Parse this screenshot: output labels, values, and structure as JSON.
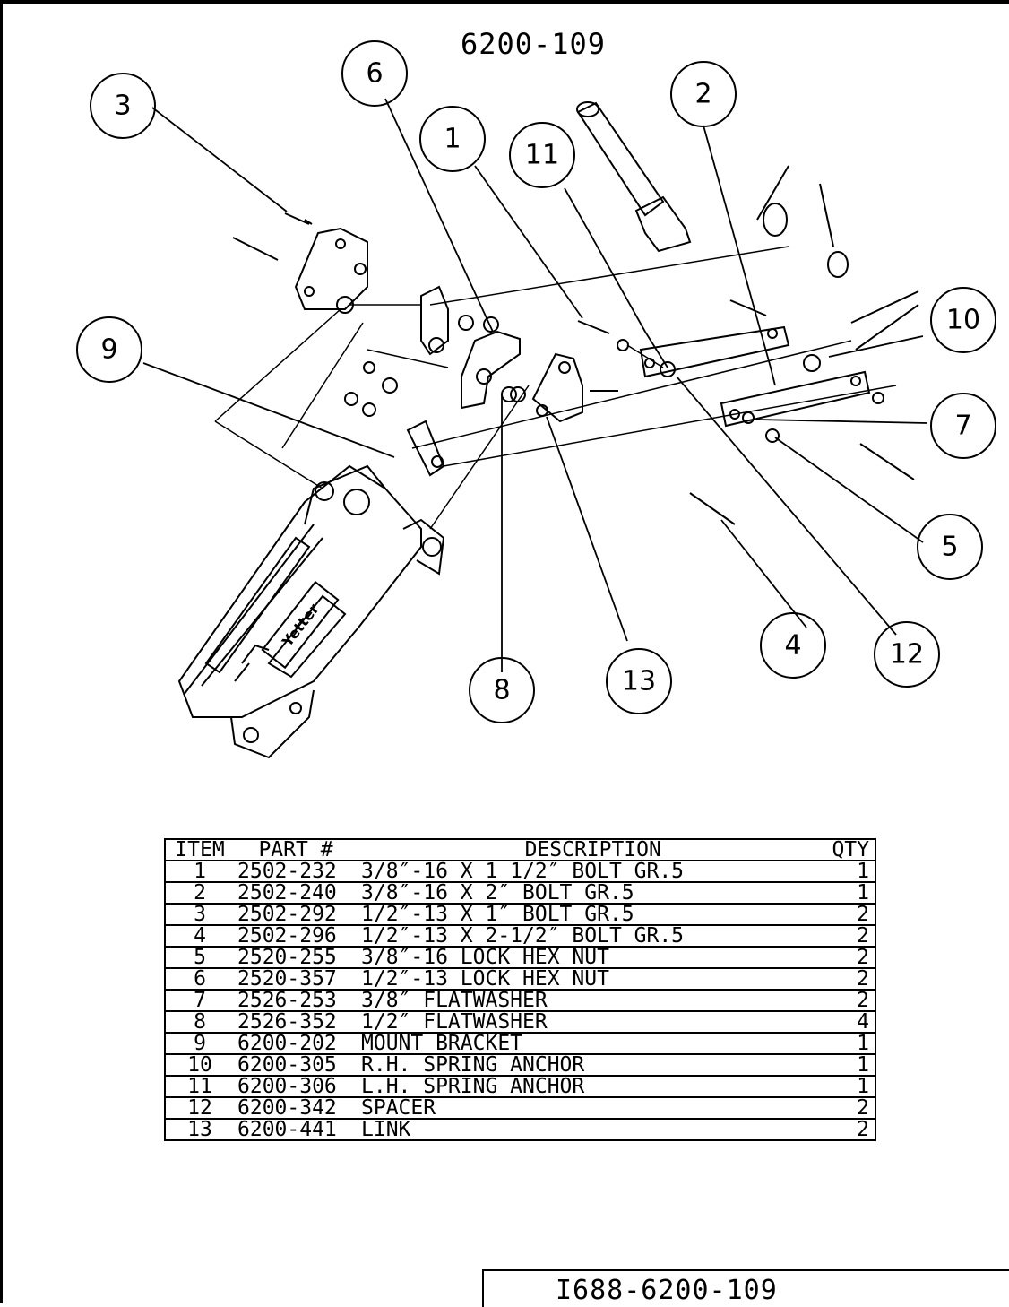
{
  "drawing": {
    "title": "6200-109",
    "drawing_number": "I688-6200-109",
    "brand_decal": "Yetter"
  },
  "callouts": [
    "1",
    "2",
    "3",
    "4",
    "5",
    "6",
    "7",
    "8",
    "9",
    "10",
    "11",
    "12",
    "13"
  ],
  "parts_table": {
    "headers": {
      "item": "ITEM",
      "part": "PART #",
      "description": "DESCRIPTION",
      "qty": "QTY"
    },
    "rows": [
      {
        "item": "1",
        "part": "2502-232",
        "description": "3/8″-16  X  1  1/2″  BOLT  GR.5",
        "qty": "1"
      },
      {
        "item": "2",
        "part": "2502-240",
        "description": "3/8″-16  X  2″  BOLT  GR.5",
        "qty": "1"
      },
      {
        "item": "3",
        "part": "2502-292",
        "description": "1/2″-13  X  1″  BOLT  GR.5",
        "qty": "2"
      },
      {
        "item": "4",
        "part": "2502-296",
        "description": "1/2″-13  X  2-1/2″  BOLT  GR.5",
        "qty": "2"
      },
      {
        "item": "5",
        "part": "2520-255",
        "description": "3/8″-16  LOCK  HEX  NUT",
        "qty": "2"
      },
      {
        "item": "6",
        "part": "2520-357",
        "description": "1/2″-13  LOCK  HEX  NUT",
        "qty": "2"
      },
      {
        "item": "7",
        "part": "2526-253",
        "description": "3/8″  FLATWASHER",
        "qty": "2"
      },
      {
        "item": "8",
        "part": "2526-352",
        "description": "1/2″  FLATWASHER",
        "qty": "4"
      },
      {
        "item": "9",
        "part": "6200-202",
        "description": "MOUNT  BRACKET",
        "qty": "1"
      },
      {
        "item": "10",
        "part": "6200-305",
        "description": "R.H.  SPRING  ANCHOR",
        "qty": "1"
      },
      {
        "item": "11",
        "part": "6200-306",
        "description": "L.H.  SPRING   ANCHOR",
        "qty": "1"
      },
      {
        "item": "12",
        "part": "6200-342",
        "description": "SPACER",
        "qty": "2"
      },
      {
        "item": "13",
        "part": "6200-441",
        "description": "LINK",
        "qty": "2"
      }
    ]
  }
}
